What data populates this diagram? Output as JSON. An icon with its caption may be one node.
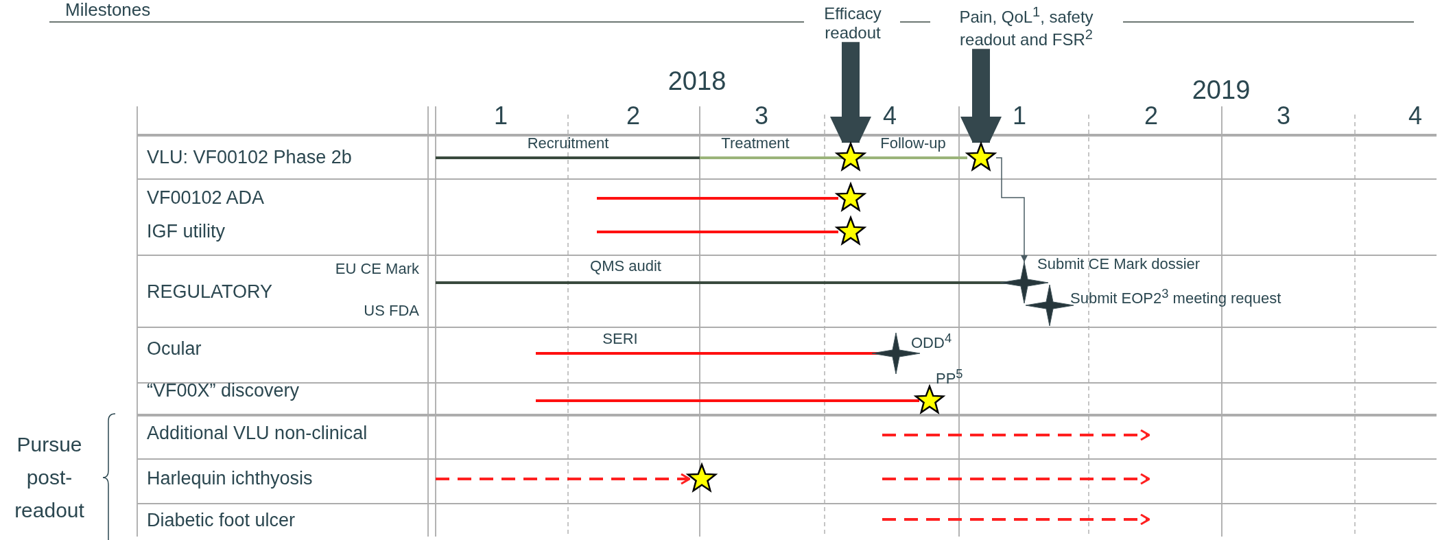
{
  "diagram": {
    "title": "Milestones",
    "nodes": [
      {
        "text": [
          "Efficacy readout"
        ]
      },
      {
        "text": [
          "Pain, QoL$^{1}$, safety readout and FSR$^{2}$"
        ]
      },
      {
        "text": [],
        "shape": "star"
      },
      {
        "text": [],
        "shape": "star"
      },
      {
        "text": [],
        "shape": "star"
      }
    ],
    "edges": [
      {
        "from": 0,
        "to": 2,
        "arrow": "to"
      },
      {
        "from": 1,
        "to": 3,
        "arrow": "to"
      },
      {
        "from": 3,
        "to": 4,
        "arrow": "to"
      }
    ],
    "labels": [
      "2018",
      "2019",
      "1",
      "2",
      "3",
      "4",
      "1",
      "2",
      "3",
      "4",
      "VLU: VF00102 Phase 2b",
      "Recruitment",
      "Treatment",
      "Follow-up",
      "VF00102 ADA",
      "IGF utility",
      "EU CE Mark",
      "QMS audit",
      "Submit CE Mark dossier",
      "REGULATORY",
      "Submit EOP2$^{3}$ meeting request",
      "US FDA",
      "Ocular",
      "SERI",
      "ODD$^{4}$",
      "“VF00X” discovery",
      "PP$^{5}$",
      "Additional VLU non-clinical",
      "Pursue post-readout",
      "Harlequin ichthyosis",
      "Diabetic foot ulcer"
    ]
  }
}
